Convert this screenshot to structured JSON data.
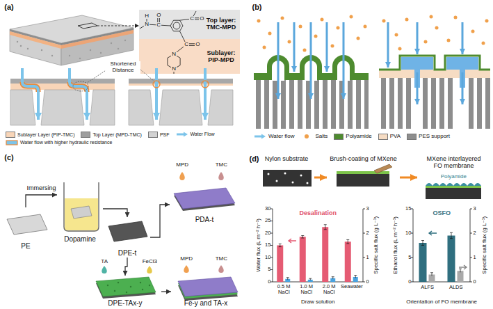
{
  "diagram": {
    "nodes": [
      {
        "text": [
          "PE"
        ]
      },
      {
        "text": [
          "Dopamine"
        ]
      },
      {
        "text": [
          "DPE-t"
        ]
      },
      {
        "text": [
          "PDA-t"
        ]
      },
      {
        "text": [
          "DPE-TAx-y"
        ]
      },
      {
        "text": [
          "Fe-y and TA-x"
        ]
      },
      {
        "text": [
          "Nylon substrate"
        ]
      },
      {
        "text": [
          "Brush-coating of MXene"
        ]
      },
      {
        "text": [
          "MXene interlayered FO membrane"
        ]
      }
    ],
    "edges": [
      {
        "from": 0,
        "to": 1,
        "arrow": "to",
        "label": "Immersing"
      },
      {
        "from": 1,
        "to": 2,
        "arrow": "to"
      },
      {
        "from": 2,
        "to": 3,
        "arrow": "to"
      },
      {
        "from": 2,
        "to": 4,
        "arrow": "to"
      },
      {
        "from": 4,
        "to": 5,
        "arrow": "to"
      },
      {
        "from": 6,
        "to": 7,
        "arrow": "to"
      },
      {
        "from": 7,
        "to": 8,
        "arrow": "to"
      }
    ],
    "labels": [
      "(a)",
      "Top layer: TMC-MPD",
      "Sublayer: PIP-MPD",
      "H",
      "N",
      "O",
      "C",
      "C",
      "O",
      "C",
      "O",
      "N",
      "N",
      "Shortened Distance",
      "(b)",
      "(c)",
      "MPD",
      "TMC",
      "TA",
      "FeCl3",
      "MPD",
      "TMC",
      "(d)",
      "Polyamide",
      "Desalination",
      "Water flux (L m⁻² h⁻¹)",
      "0",
      "5",
      "10",
      "15",
      "20",
      "25",
      "30",
      "Specific salt flux (g L⁻¹)",
      "0",
      "1",
      "2",
      "3",
      "0.5 M NaCl",
      "1.0 M NaCl",
      "2.0 M NaCl",
      "Seawater",
      "Draw solution",
      "OSFO",
      "Ethanol flux (L m⁻² h⁻¹)",
      "0",
      "5",
      "10",
      "15",
      "Specific salt flux (g L⁻¹)",
      "0",
      "1",
      "2",
      "3",
      "ALFS",
      "ALDS",
      "Orientation of FO membrane"
    ],
    "legend": [
      {
        "text": "Sublayer Layer (PIP-TMC)",
        "color": "#f8d5b8"
      },
      {
        "text": "Top Layer (MPD-TMC)",
        "color": "#9e9e9e"
      },
      {
        "text": "PSF",
        "color": "#d2d2d2"
      },
      {
        "text": "Water Flow"
      },
      {
        "text": "Water flow with higher hydraulic resistance"
      },
      {
        "text": "Water flow"
      },
      {
        "text": "Salts"
      },
      {
        "text": "Polyamide",
        "color": "#4e8b2f"
      },
      {
        "text": "PVA",
        "color": "#f6dcc3"
      },
      {
        "text": "PES support",
        "color": "#8d8d8d"
      }
    ]
  }
}
